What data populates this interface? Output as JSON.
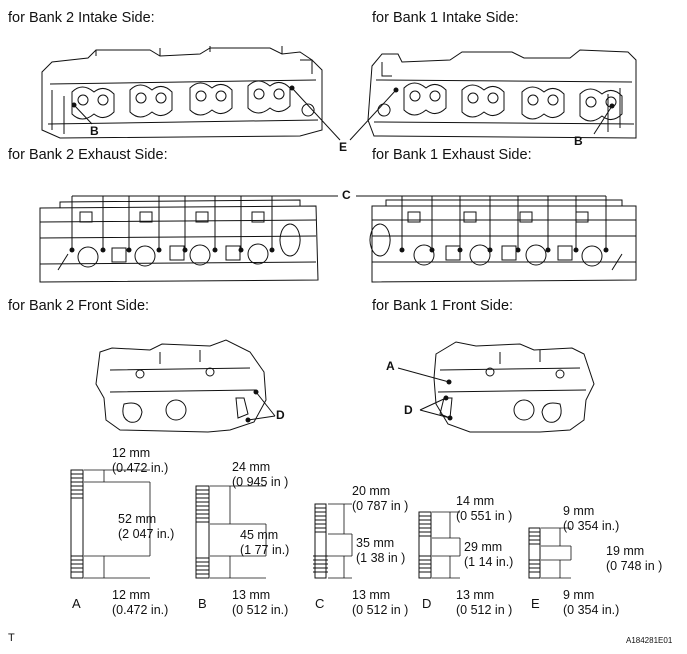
{
  "headings": {
    "bank2_intake": "for Bank 2 Intake Side:",
    "bank1_intake": "for Bank 1 Intake Side:",
    "bank2_exhaust": "for Bank 2 Exhaust Side:",
    "bank1_exhaust": "for Bank 1 Exhaust Side:",
    "bank2_front": "for Bank 2 Front Side:",
    "bank1_front": "for Bank 1 Front Side:"
  },
  "callouts": {
    "b_left": "B",
    "e": "E",
    "b_right": "B",
    "c": "C",
    "a_front": "A",
    "d_left": "D",
    "d_right": "D"
  },
  "bolts": [
    {
      "letter": "A",
      "top": [
        "12 mm",
        "(0.472 in.)"
      ],
      "middle": [
        "52 mm",
        "(2 047 in.)"
      ],
      "bottom": [
        "12 mm",
        "(0.472 in.)"
      ]
    },
    {
      "letter": "B",
      "top": [
        "24 mm",
        "(0 945 in )"
      ],
      "middle": [
        "45 mm",
        "(1 77 in.)"
      ],
      "bottom": [
        "13 mm",
        "(0 512 in.)"
      ]
    },
    {
      "letter": "C",
      "top": [
        "20 mm",
        "(0 787 in )"
      ],
      "middle": [
        "35 mm",
        "(1 38 in )"
      ],
      "bottom": [
        "13 mm",
        "(0 512 in )"
      ]
    },
    {
      "letter": "D",
      "top": [
        "14 mm",
        "(0 551 in )"
      ],
      "middle": [
        "29 mm",
        "(1 14 in.)"
      ],
      "bottom": [
        "13 mm",
        "(0 512 in )"
      ]
    },
    {
      "letter": "E",
      "top": [
        "9 mm",
        "(0 354 in.)"
      ],
      "middle": [
        "19 mm",
        "(0 748 in )"
      ],
      "bottom": [
        "9 mm",
        "(0 354 in.)"
      ]
    }
  ],
  "footer": {
    "left_mark": "T",
    "figure_id": "A184281E01"
  }
}
